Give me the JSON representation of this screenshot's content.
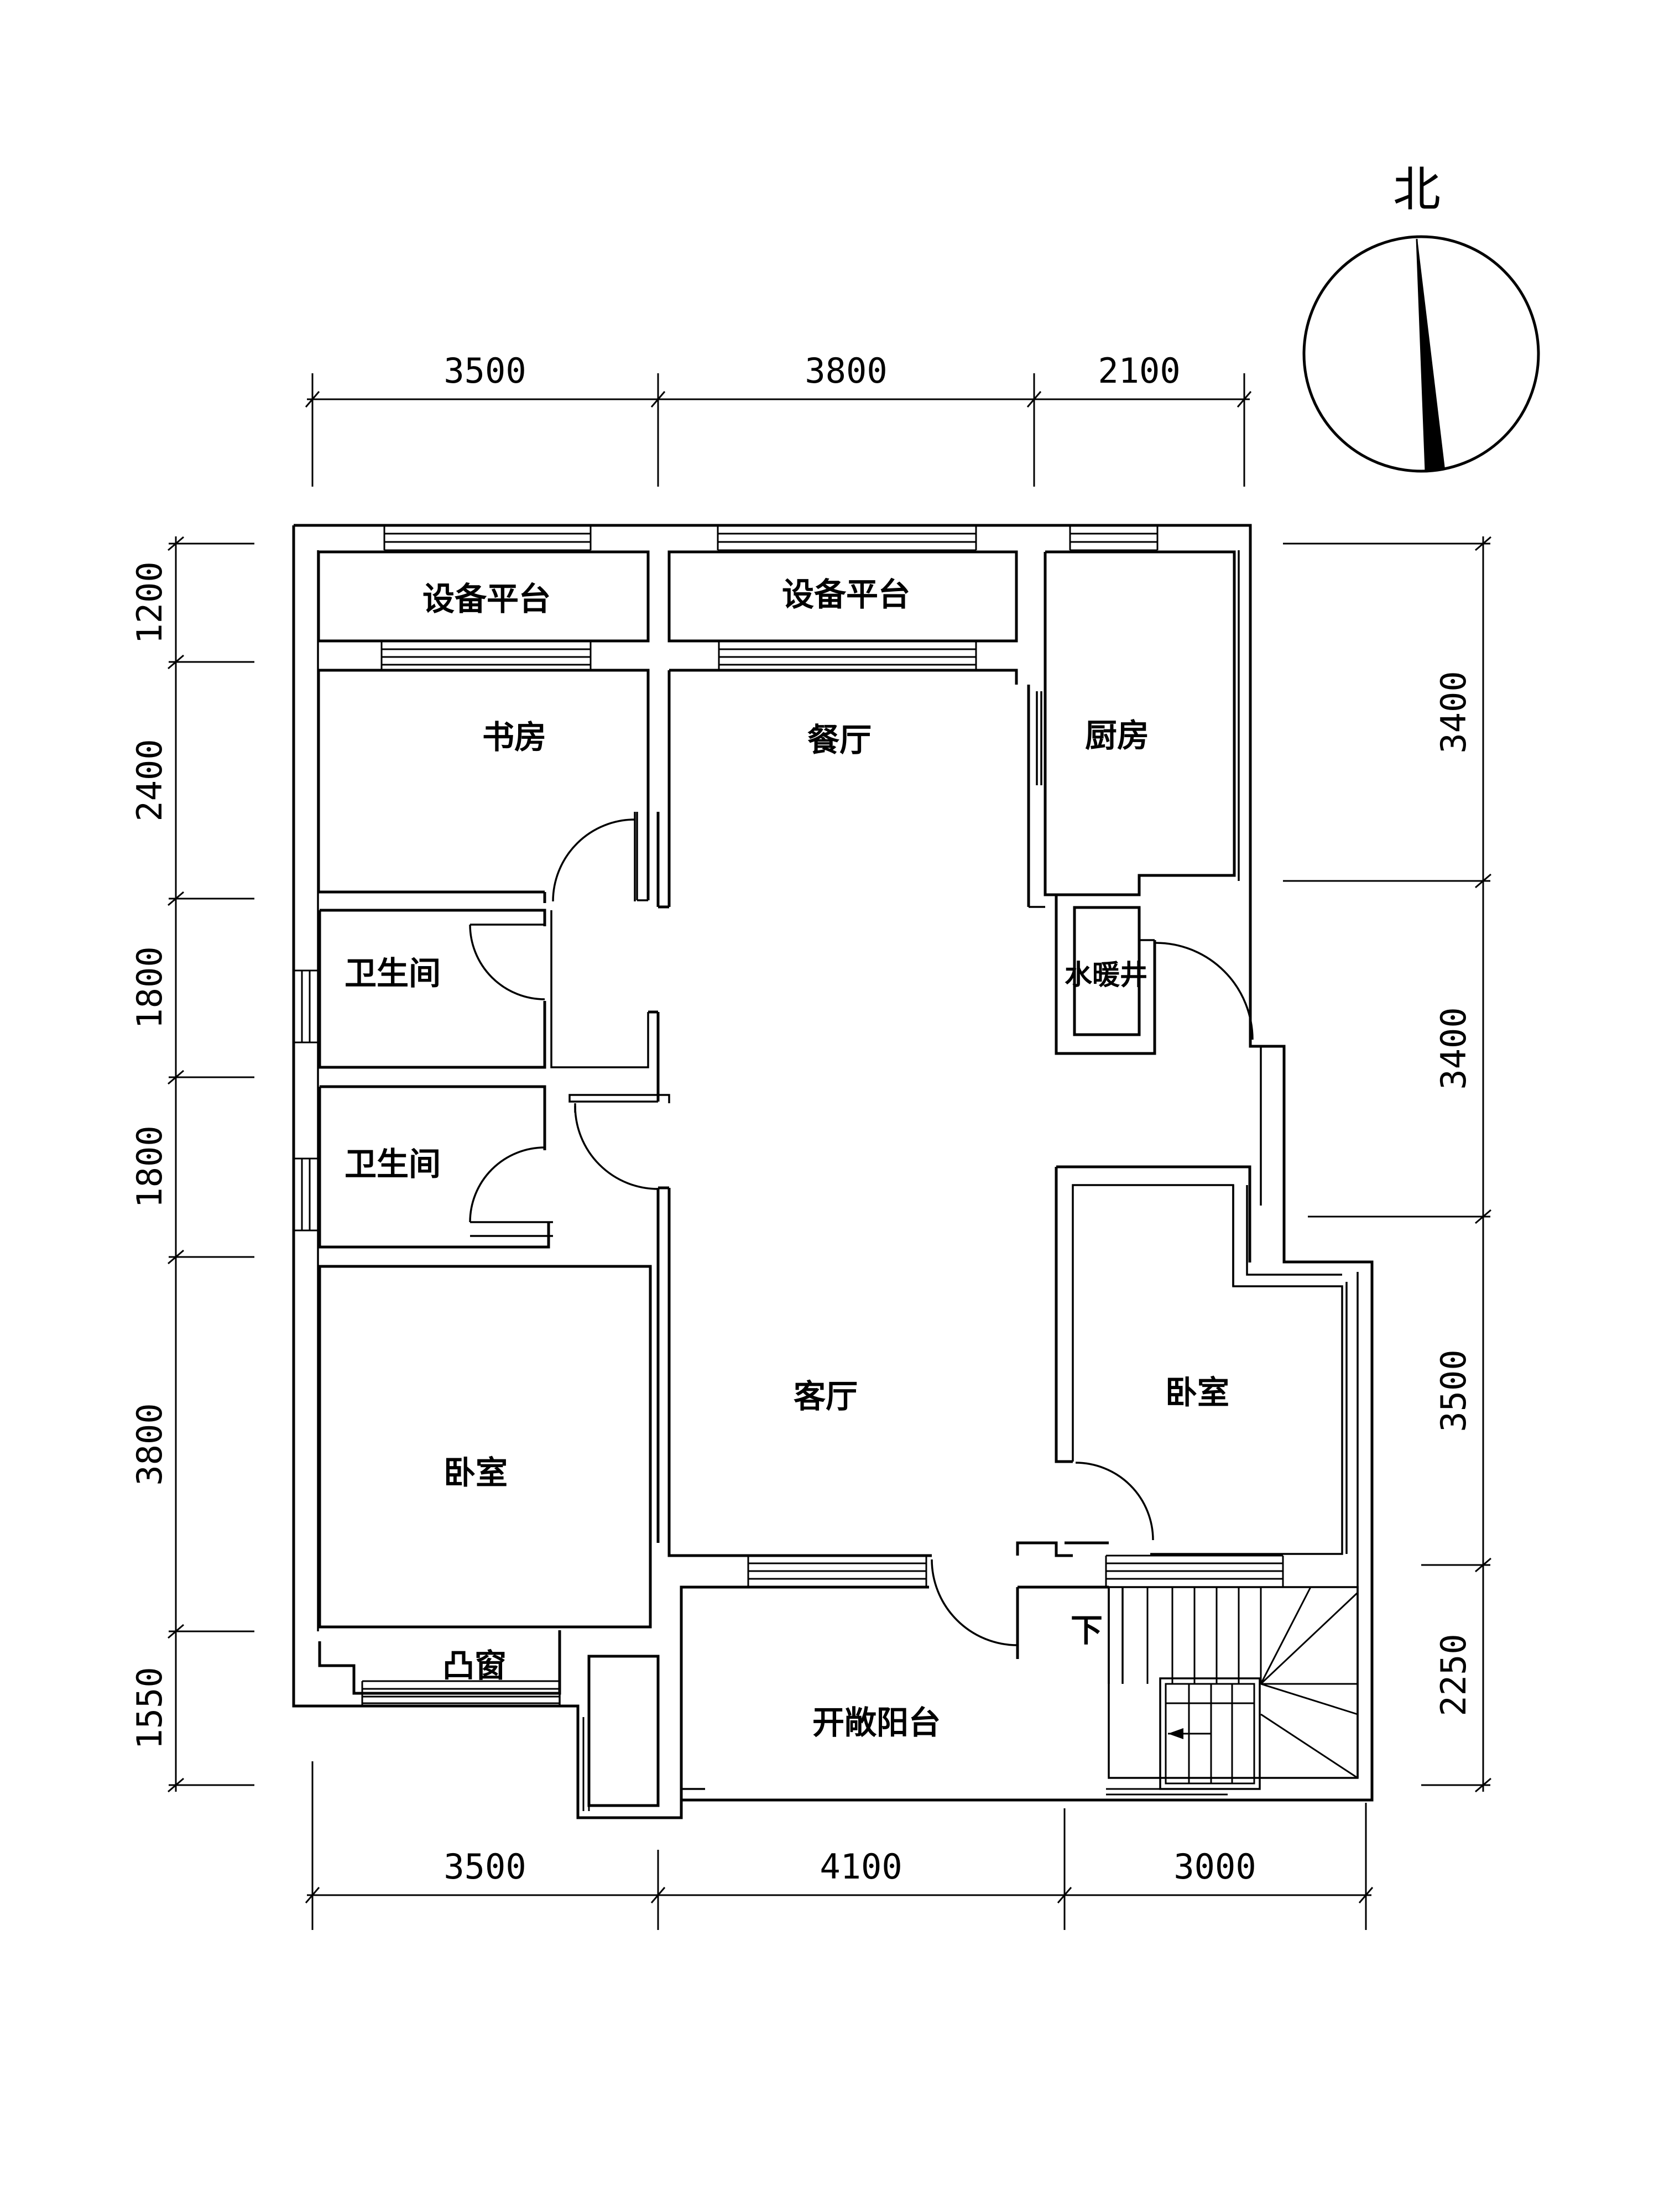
{
  "north_label": "北",
  "rooms": {
    "equip1": "设备平台",
    "equip2": "设备平台",
    "study": "书房",
    "dining": "餐厅",
    "kitchen": "厨房",
    "bath1": "卫生间",
    "bath2": "卫生间",
    "shaft": "水暖井",
    "living": "客厅",
    "bedroom_w": "卧室",
    "bedroom_e": "卧室",
    "bay_window": "凸窗",
    "balcony": "开敞阳台",
    "stair_down": "下"
  },
  "dimensions": {
    "top": [
      "3500",
      "3800",
      "2100"
    ],
    "bottom": [
      "3500",
      "4100",
      "3000"
    ],
    "left": [
      "1200",
      "2400",
      "1800",
      "1800",
      "3800",
      "1550"
    ],
    "right": [
      "3400",
      "3400",
      "3500",
      "2250"
    ]
  }
}
